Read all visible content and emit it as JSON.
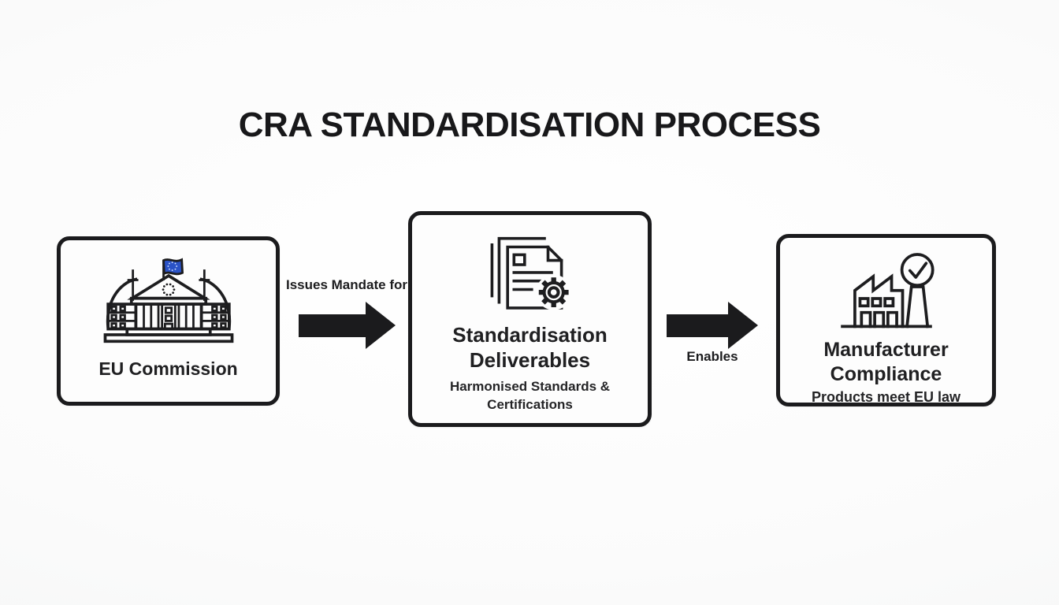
{
  "title": "CRA STANDARDISATION PROCESS",
  "diagram": {
    "nodes": [
      {
        "id": "eu-commission",
        "label": "EU Commission",
        "icon": "eu-commission-building-icon"
      },
      {
        "id": "standardisation-deliverables",
        "label": "Standardisation Deliverables",
        "sublabel": "Harmonised Standards & Certifications",
        "icon": "documents-gear-icon"
      },
      {
        "id": "manufacturer-compliance",
        "label": "Manufacturer Compliance",
        "sublabel": "Products meet EU law",
        "icon": "factory-checkmark-icon"
      }
    ],
    "connectors": [
      {
        "id": "mandate-arrow",
        "label": "Issues Mandate for",
        "direction": "right",
        "label_position": "above"
      },
      {
        "id": "enables-arrow",
        "label": "Enables",
        "direction": "right",
        "label_position": "below"
      }
    ]
  },
  "colors": {
    "ink": "#1d1d1f",
    "flag_blue": "#2a52c6",
    "box_background": "#fdfdfd",
    "page_background": "#f6f7f7"
  }
}
